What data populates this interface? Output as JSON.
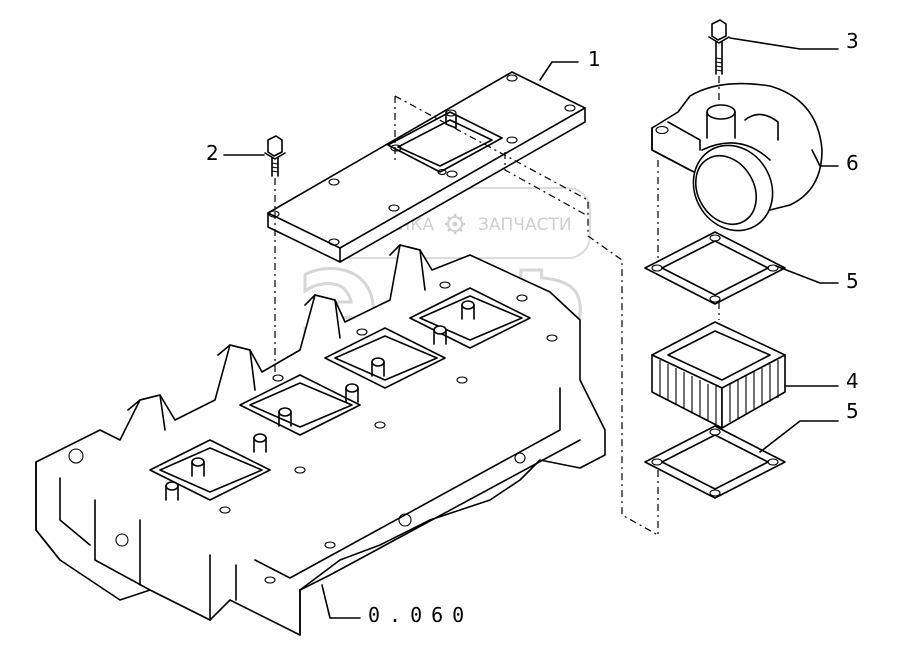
{
  "watermark": {
    "text_left": "ТЕХНИКА",
    "text_right": "ЗАПЧАСТИ",
    "logo_letters": "ЭДФ",
    "gear_icon": "gear-icon"
  },
  "callouts": [
    {
      "id": "1",
      "label": "1"
    },
    {
      "id": "2",
      "label": "2"
    },
    {
      "id": "3",
      "label": "3"
    },
    {
      "id": "4",
      "label": "4"
    },
    {
      "id": "5a",
      "label": "5"
    },
    {
      "id": "5b",
      "label": "5"
    },
    {
      "id": "6",
      "label": "6"
    }
  ],
  "reference": {
    "label": "0.060"
  },
  "colors": {
    "line": "#000000",
    "background": "#ffffff",
    "watermark": "#d0d0d0"
  }
}
